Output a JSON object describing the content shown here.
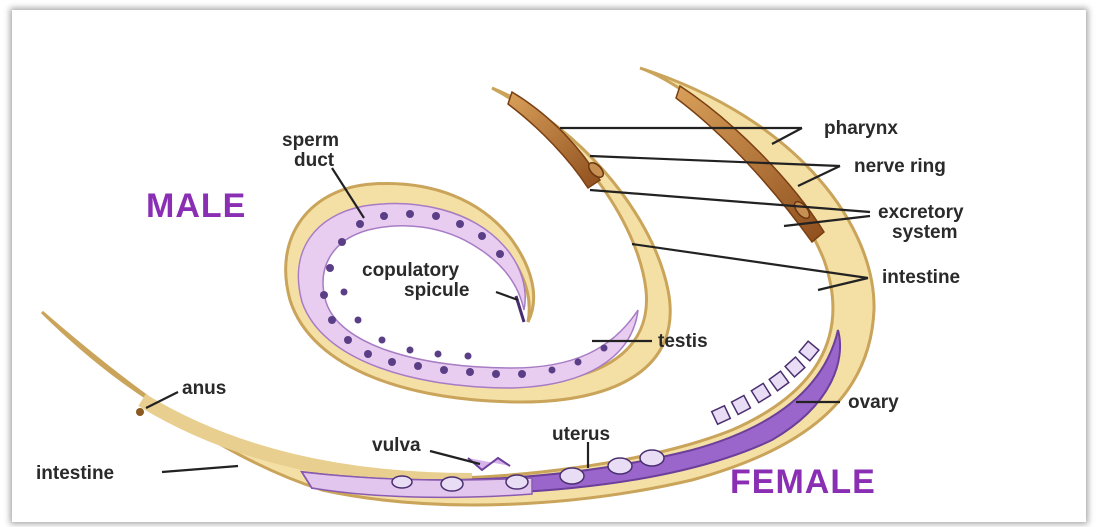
{
  "titles": {
    "male": "MALE",
    "female": "FEMALE"
  },
  "labels": {
    "sperm_duct_1": "sperm",
    "sperm_duct_2": "duct",
    "copulatory_1": "copulatory",
    "copulatory_2": "spicule",
    "testis": "testis",
    "pharynx": "pharynx",
    "nerve_ring": "nerve ring",
    "excretory_1": "excretory",
    "excretory_2": "system",
    "intestine_right": "intestine",
    "ovary": "ovary",
    "anus": "anus",
    "vulva": "vulva",
    "uterus": "uterus",
    "intestine_left": "intestine"
  },
  "colors": {
    "body_wall": "#e9c98a",
    "body_fill": "#f5e1a8",
    "pharynx": "#b5682a",
    "male_gonad": "#e6c8ee",
    "female_gonad": "#9a62c8",
    "cell": "#5a3f86",
    "title": "#8a2fb3"
  }
}
